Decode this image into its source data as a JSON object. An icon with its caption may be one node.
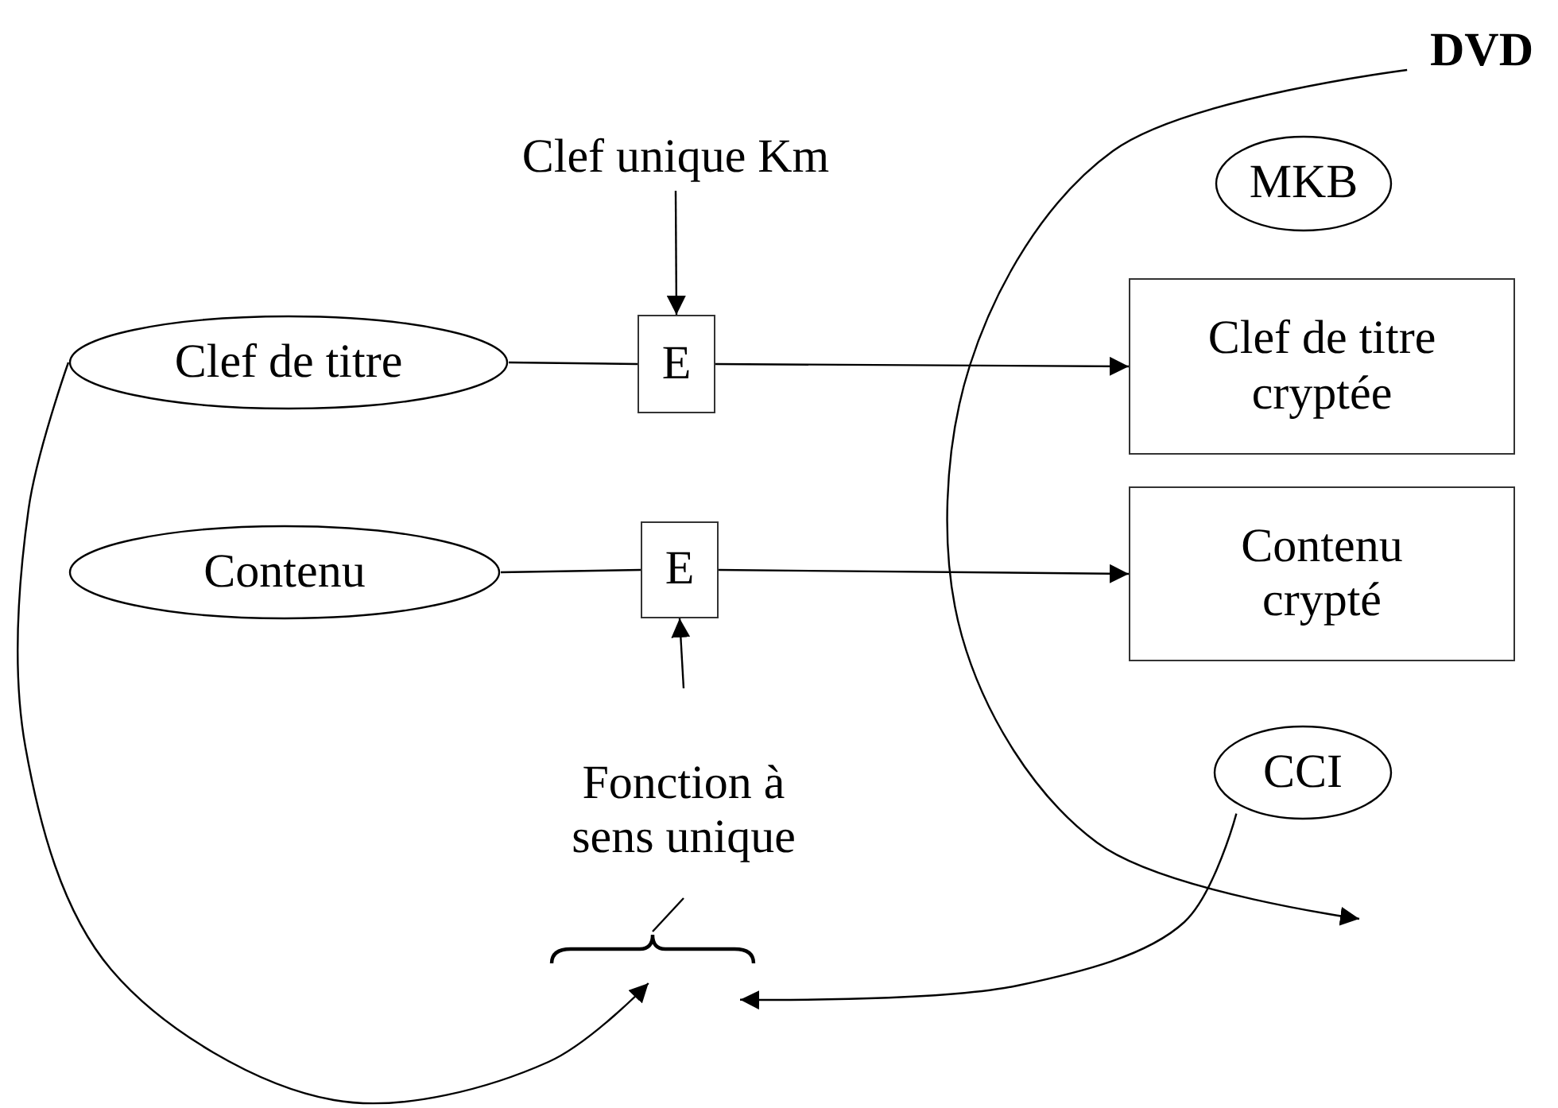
{
  "diagram": {
    "nodes": [
      {
        "text": [
          "Clef unique Km"
        ]
      },
      {
        "text": [
          "Clef de titre"
        ]
      },
      {
        "text": [
          "E"
        ]
      },
      {
        "text": [
          "Contenu"
        ]
      },
      {
        "text": [
          "E"
        ]
      },
      {
        "text": [
          "Clef de titre cryptée"
        ]
      },
      {
        "text": [
          "Contenu crypté"
        ]
      },
      {
        "text": [
          "MKB"
        ]
      },
      {
        "text": [
          "CCI"
        ]
      },
      {
        "text": [
          "Fonction à sens unique"
        ]
      },
      {
        "text": [],
        "shape": "brace"
      },
      {
        "text": [
          "DVD"
        ]
      }
    ],
    "edges": [
      {
        "from": 0,
        "to": 2,
        "arrow": "to"
      },
      {
        "from": 1,
        "to": 2,
        "arrow": "none"
      },
      {
        "from": 2,
        "to": 5,
        "arrow": "to"
      },
      {
        "from": 3,
        "to": 4,
        "arrow": "none"
      },
      {
        "from": 4,
        "to": 6,
        "arrow": "to"
      },
      {
        "from": 9,
        "to": 4,
        "arrow": "to"
      },
      {
        "from": 9,
        "to": 10,
        "arrow": "none"
      },
      {
        "from": 1,
        "to": 10,
        "arrow": "to"
      },
      {
        "from": 8,
        "to": 10,
        "arrow": "to"
      },
      {
        "from": 11,
        "to": null,
        "arrow": "to"
      }
    ]
  }
}
